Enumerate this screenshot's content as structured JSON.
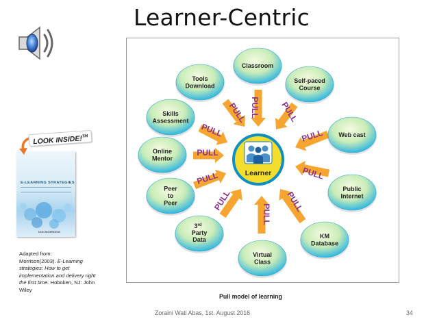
{
  "slide": {
    "title": "Learner-Centric",
    "footer": "Zoraini Wati Abas, 1st. August 2016",
    "page_number": "34"
  },
  "book": {
    "look_inside": "LOOK INSIDE!",
    "trademark": "TM",
    "cover_title": "E-LEARNING STRATEGIES",
    "cover_author": "DON MORRISON"
  },
  "citation": {
    "line1": "Adapted from:",
    "line2": "Morrison(2003).",
    "italic_title": "E-Learning strategies: How to get implementation and delivery right the first time.",
    "publisher": "Hoboken, NJ: John Wiley"
  },
  "diagram": {
    "center_label": "Learner",
    "pull_label": "PULL",
    "caption": "Pull model of learning",
    "nodes": [
      {
        "id": "classroom",
        "lines": [
          "Classroom"
        ]
      },
      {
        "id": "self-paced-course",
        "lines": [
          "Self-paced",
          "Course"
        ]
      },
      {
        "id": "web-cast",
        "lines": [
          "Web cast"
        ]
      },
      {
        "id": "public-internet",
        "lines": [
          "Public",
          "Internet"
        ]
      },
      {
        "id": "km-database",
        "lines": [
          "KM",
          "Database"
        ]
      },
      {
        "id": "virtual-class",
        "lines": [
          "Virtual",
          "Class"
        ]
      },
      {
        "id": "third-party-data",
        "lines": [
          "3",
          "rd",
          "Party",
          "Data"
        ]
      },
      {
        "id": "peer-to-peer",
        "lines": [
          "Peer",
          "to",
          "Peer"
        ]
      },
      {
        "id": "online-mentor",
        "lines": [
          "Online",
          "Mentor"
        ]
      },
      {
        "id": "skills-assessment",
        "lines": [
          "Skills",
          "Assessment"
        ]
      },
      {
        "id": "tools-download",
        "lines": [
          "Tools",
          "Download"
        ]
      }
    ]
  },
  "colors": {
    "node_fill_top": "#f4fbe0",
    "node_fill_mid": "#c9ecb8",
    "node_fill_edge": "#33b8e0",
    "arrow": "#f5a530",
    "pull_text": "#8a2f8a",
    "center_ring": "#0e8fc4",
    "center_yellow": "#f5dd2e"
  }
}
